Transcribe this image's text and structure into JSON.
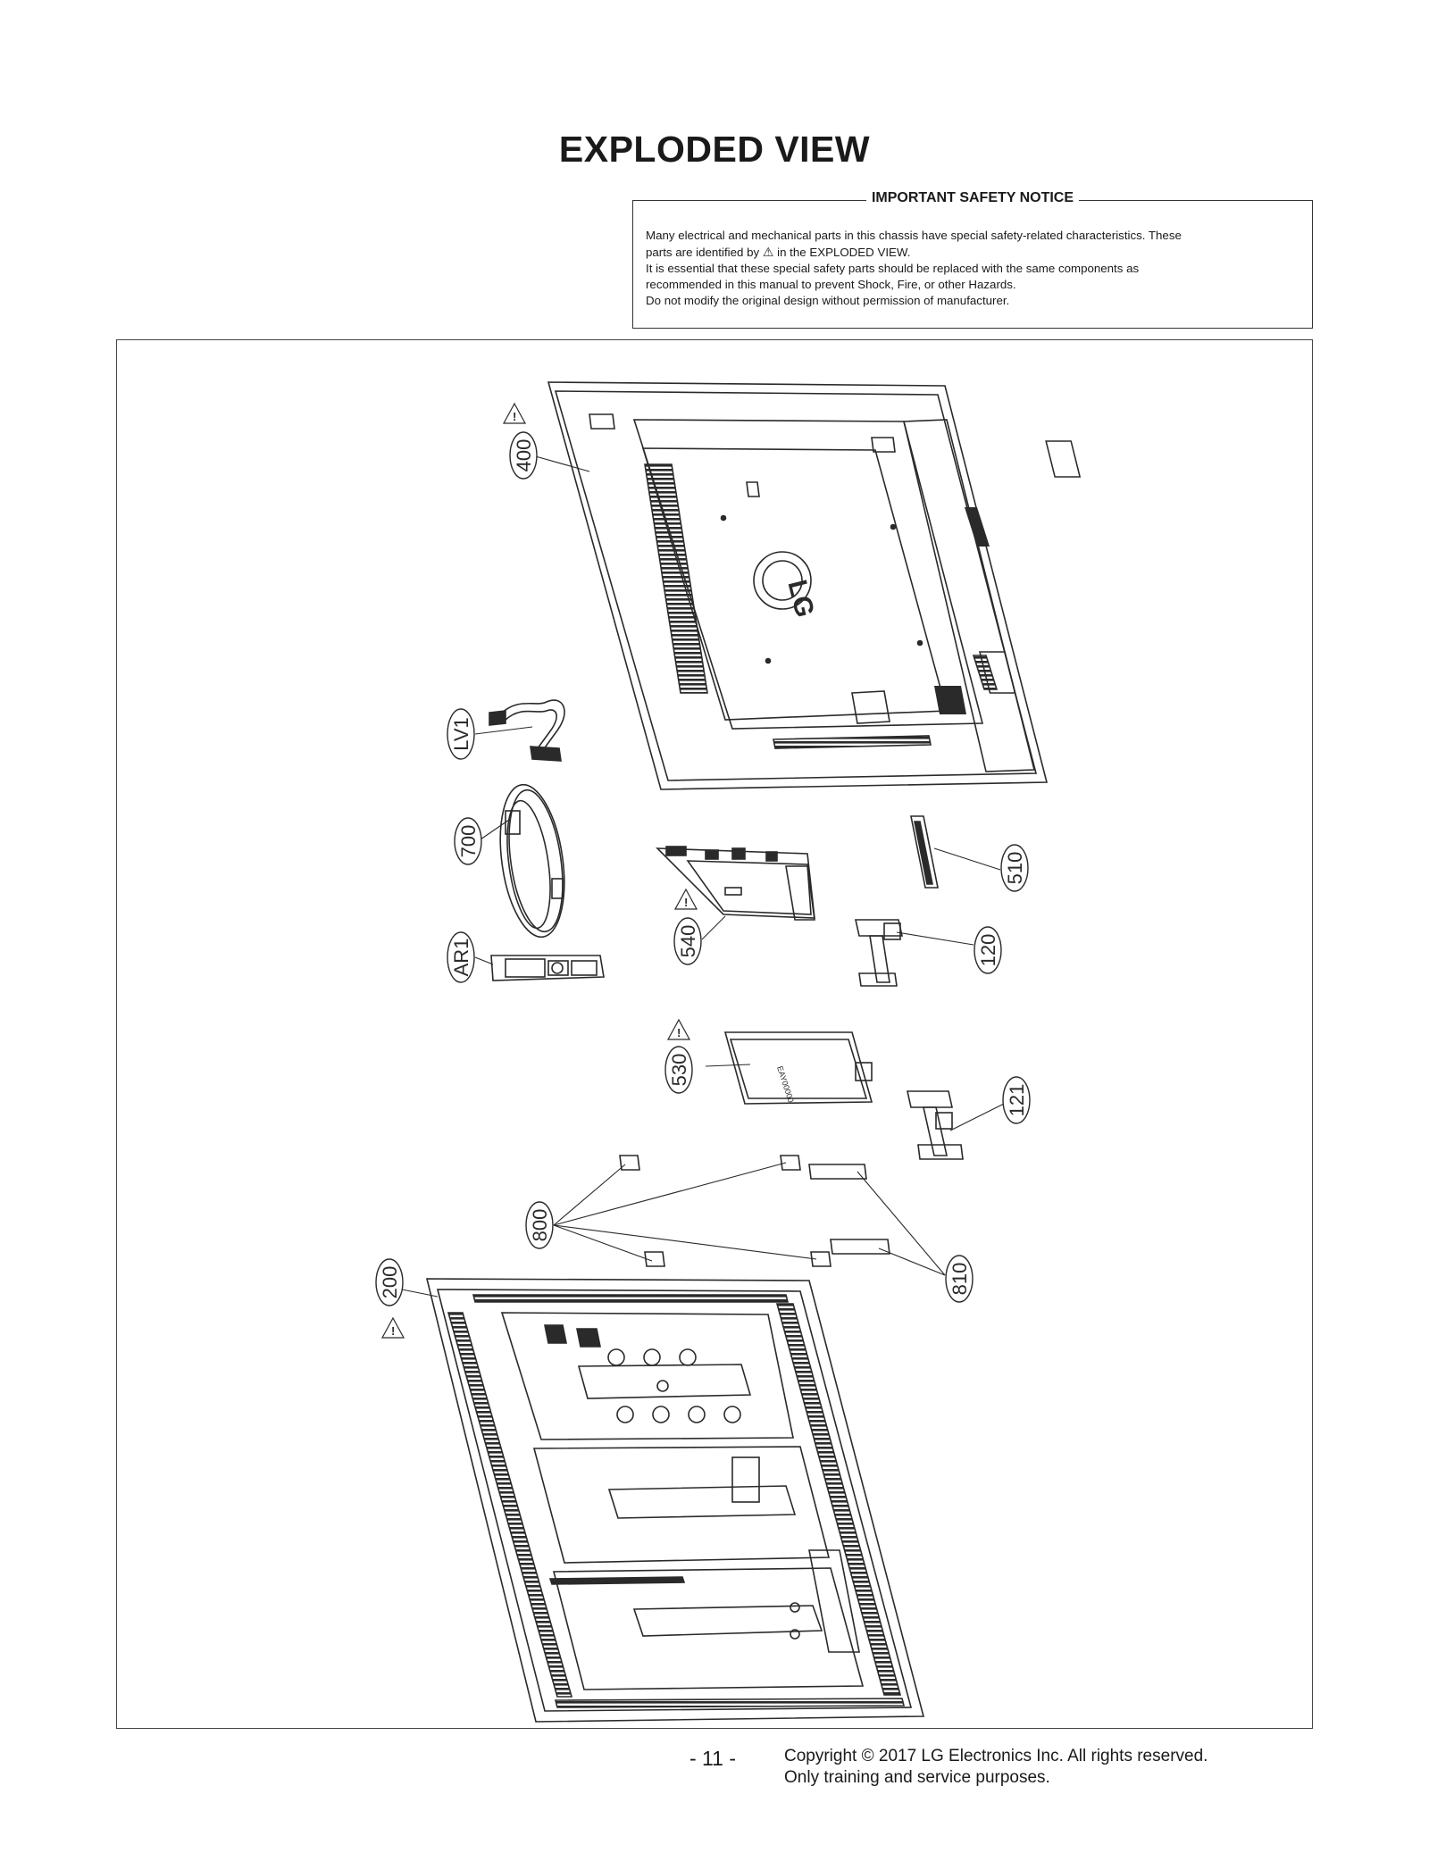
{
  "header": {
    "title": "EXPLODED VIEW"
  },
  "notice": {
    "heading": "IMPORTANT SAFETY NOTICE",
    "line1": "Many electrical and mechanical parts in this chassis have special safety-related characteristics. These",
    "line2_before": "parts are identified by",
    "line2_after": "in the EXPLODED VIEW.",
    "line3": "It is essential that these special safety parts should be replaced with the same components as",
    "line4": "recommended in this manual to prevent Shock, Fire, or other Hazards.",
    "line5": "Do not modify the original design without permission of manufacturer."
  },
  "diagram": {
    "logo_text": "LG",
    "labels": {
      "p400": "400",
      "lv1": "LV1",
      "p700": "700",
      "ar1": "AR1",
      "p540": "540",
      "p510": "510",
      "p120": "120",
      "p530": "530",
      "p121": "121",
      "p800": "800",
      "p810": "810",
      "p200": "200"
    }
  },
  "footer": {
    "page_number": "- 11 -",
    "copyright": "Copyright © 2017 LG Electronics Inc. All rights reserved.",
    "purpose": "Only training and service purposes."
  }
}
